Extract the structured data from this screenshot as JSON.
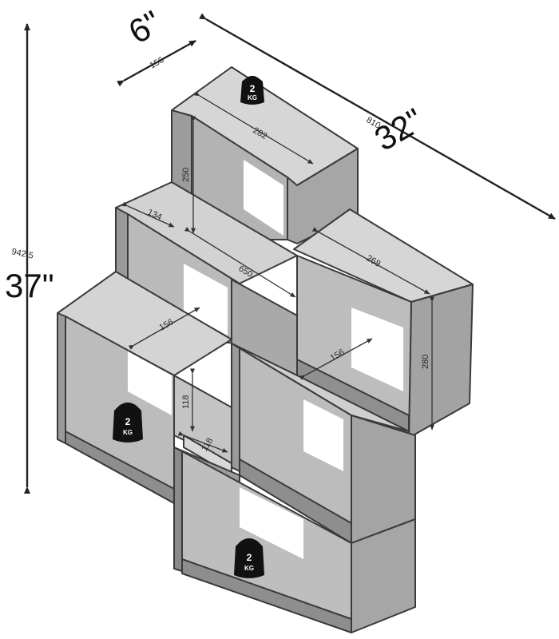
{
  "overall": {
    "height_mm": "942,5",
    "height_in": "37\"",
    "width_mm": "810",
    "width_in": "32\"",
    "depth_mm": "156",
    "depth_in": "6\""
  },
  "dimensions": {
    "top_cube_width": "282",
    "top_cube_height": "250",
    "panel_thickness_top": "134",
    "center_span": "650",
    "right_cube_width": "268",
    "right_cube_height": "280",
    "left_depth": "156",
    "right_depth": "156",
    "small_cube_height": "118",
    "small_cube_width": "118"
  },
  "weights": [
    {
      "id": "top",
      "value": "2",
      "unit": "KG"
    },
    {
      "id": "left",
      "value": "2",
      "unit": "KG"
    },
    {
      "id": "bottom",
      "value": "2",
      "unit": "KG"
    }
  ],
  "colors": {
    "panel_top": "#d6d6d6",
    "panel_side": "#9c9c9c",
    "panel_front": "#b8b8b8",
    "edge": "#3a3a3a",
    "weight_icon": "#111111"
  }
}
